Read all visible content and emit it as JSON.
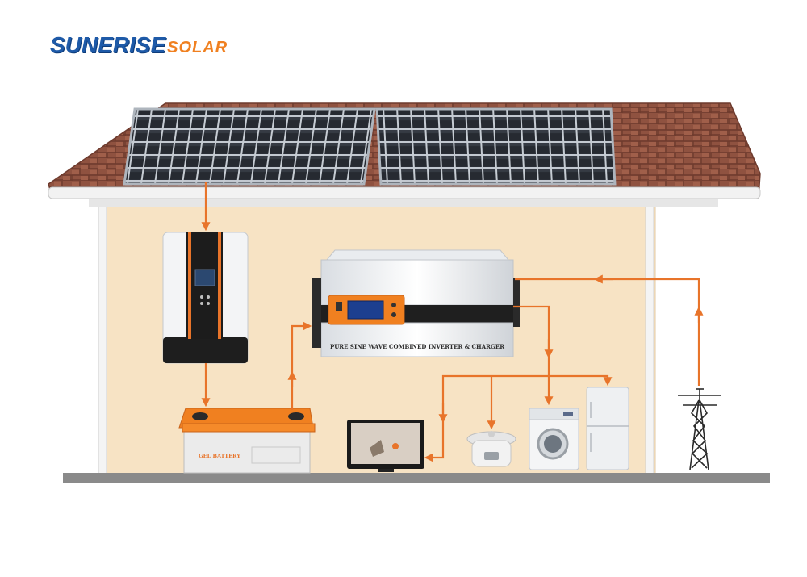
{
  "logo": {
    "main": "SUNERISE",
    "sub": "SOLAR"
  },
  "inverter": {
    "label": "PURE SINE WAVE COMBINED INVERTER & CHARGER"
  },
  "battery": {
    "label": "GEL BATTERY"
  },
  "colors": {
    "flow_arrow": "#e8742a",
    "roof": "#8a4d3c",
    "roof_tiles": "#a35d48",
    "wall": "#f7e3c4",
    "ground": "#8a8a8a",
    "solar_panel": "#2b2f36",
    "brand_blue": "#1e5aa8",
    "brand_orange": "#f08020"
  }
}
